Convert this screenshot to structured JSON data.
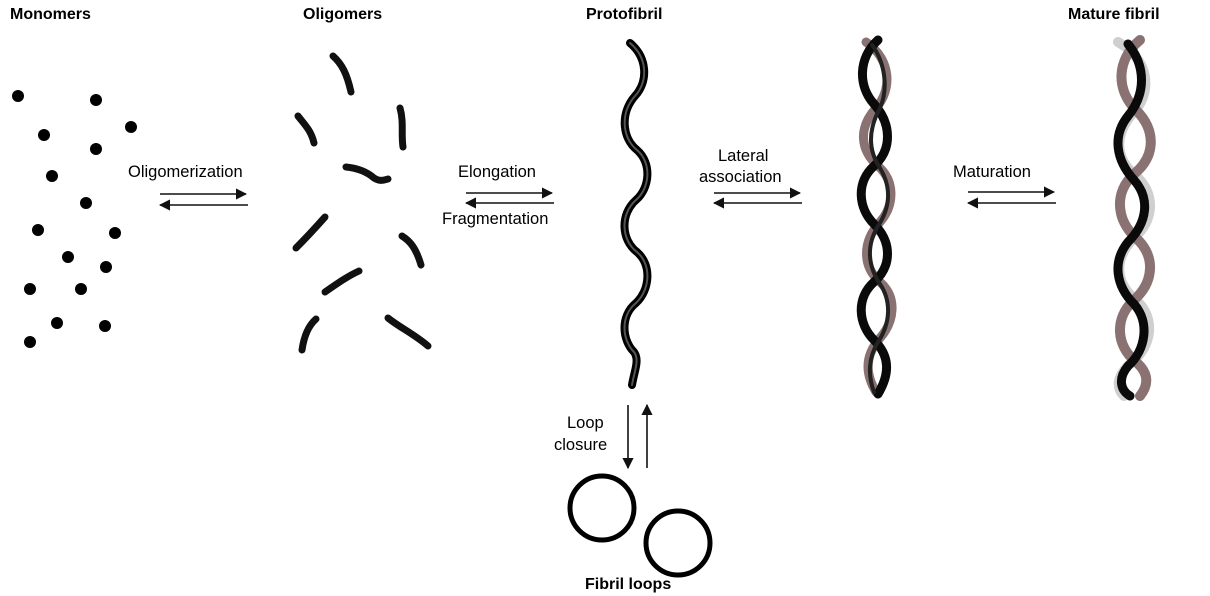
{
  "stages": {
    "monomers": "Monomers",
    "oligomers": "Oligomers",
    "protofibril": "Protofibril",
    "mature_fibril": "Mature fibril",
    "fibril_loops": "Fibril loops"
  },
  "transitions": {
    "oligomerization": "Oligomerization",
    "elongation": "Elongation",
    "fragmentation": "Fragmentation",
    "lateral_association_line1": "Lateral",
    "lateral_association_line2": "association",
    "maturation": "Maturation",
    "loop_closure_line1": "Loop",
    "loop_closure_line2": "closure"
  },
  "colors": {
    "strand_black": "#0a0a0a",
    "strand_brown": "#8a7272",
    "strand_white": "#e8e8e8",
    "arrow": "#111111"
  }
}
